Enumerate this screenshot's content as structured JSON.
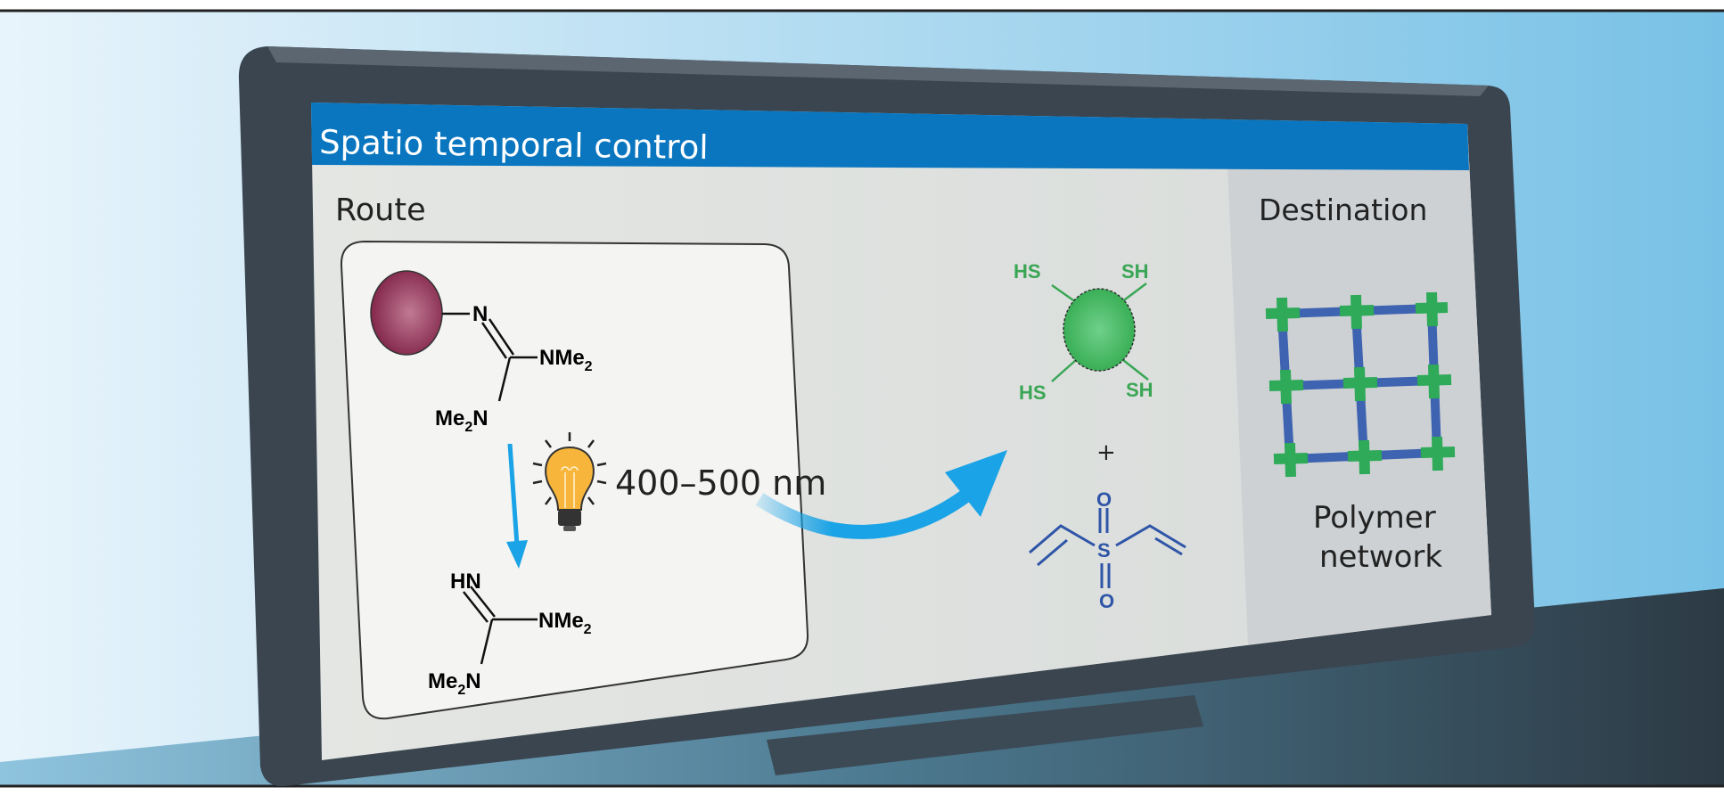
{
  "screen": {
    "title": "Spatio temporal control",
    "route_label": "Route",
    "destination_label": "Destination"
  },
  "route": {
    "catalyst_top": {
      "n": "N",
      "nme2": "NMe",
      "nme2_sub": "2",
      "me2n_a": "Me",
      "me2n_sub": "2",
      "me2n_b": "N"
    },
    "light": {
      "wavelength": "400–500 nm"
    },
    "product": {
      "hn": "HN",
      "nme2": "NMe",
      "nme2_sub": "2",
      "me2n_a": "Me",
      "me2n_sub": "2",
      "me2n_b": "N"
    }
  },
  "reagents": {
    "thiol_labels": [
      "HS",
      "SH",
      "HS",
      "SH"
    ],
    "plus": "+",
    "sulfone": {
      "s": "S",
      "o_top": "O",
      "o_bottom": "O"
    }
  },
  "destination": {
    "line1": "Polymer",
    "line2": "network"
  },
  "colors": {
    "header_blue": "#0a76bf",
    "arrow_blue": "#1aa3e6",
    "thiol_green": "#3aa655",
    "network_blue": "#3e63b0",
    "catalyst_maroon": "#8c2a50",
    "bulb_yellow": "#f7b53c"
  }
}
